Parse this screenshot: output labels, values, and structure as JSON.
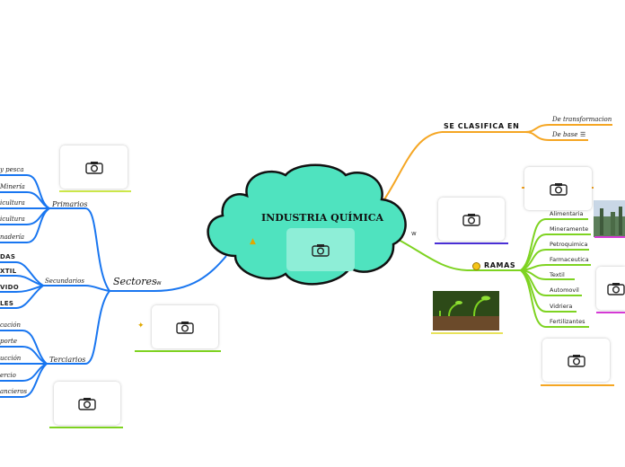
{
  "central": {
    "title": "INDUSTRIA QUÍMICA",
    "icon": "thumbs-up-icon",
    "mark": "w"
  },
  "sectores": {
    "title": "Sectores",
    "mark": "w",
    "icon": "raised-hands-icon",
    "groups": [
      {
        "label": "Primarios",
        "items": [
          "y pesca",
          "Minería",
          "icultura",
          "icultura",
          "nadería"
        ]
      },
      {
        "label": "Secundarios",
        "items": [
          "DAS",
          "XTIL",
          "VIDO",
          "LES"
        ]
      },
      {
        "label": "Terciarios",
        "items": [
          "cación",
          "porte",
          "ucción",
          "ercio",
          "ancieros"
        ]
      }
    ]
  },
  "clasifica": {
    "title": "SE CLASIFICA EN",
    "items": [
      "De transformacion",
      "De base"
    ],
    "item2_mark": "☰"
  },
  "ramas": {
    "title": "RAMAS",
    "icon": "scream-face-icon",
    "items": [
      "Alimentaria",
      "Mineramente",
      "Petroquimica",
      "Farmaceutica",
      "Textil",
      "Automovil",
      "Vidriera",
      "Fertilizantes"
    ]
  },
  "colors": {
    "central_fill": "#4fe3bf",
    "sectores_line": "#1976f0",
    "clasifica_line": "#f5a623",
    "ramas_line": "#7ed321"
  }
}
